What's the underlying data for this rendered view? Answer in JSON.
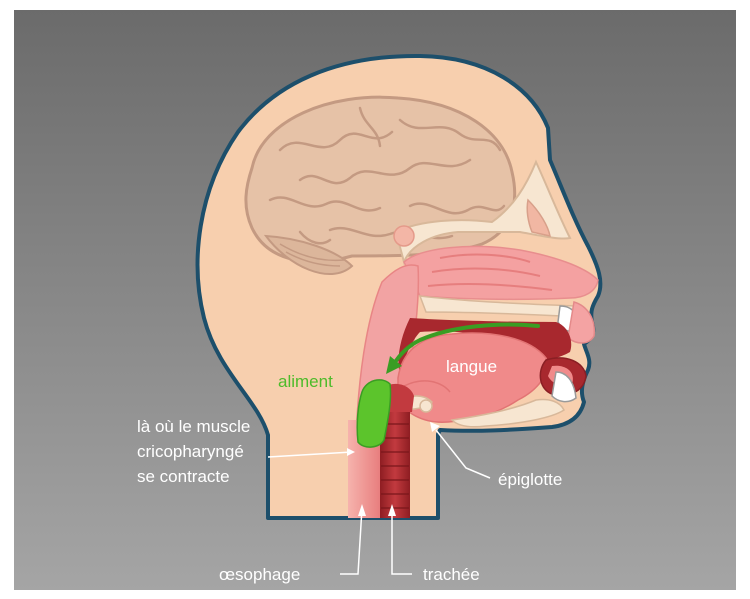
{
  "labels": {
    "food": "aliment",
    "tongue": "langue",
    "muscle_line1": "là où le muscle",
    "muscle_line2": "cricopharyngé",
    "muscle_line3": "se contracte",
    "epiglottis": "épiglotte",
    "esophagus": "œsophage",
    "trachea": "trachée"
  },
  "colors": {
    "background_top": "#6a6a6a",
    "background_bottom": "#a4a4a4",
    "skin": "#f7cfae",
    "outline": "#1d4f6b",
    "brain": "#e6c2a7",
    "brain_outline": "#c49a82",
    "mucosa": "#f4a1a1",
    "tongue": "#f08a8a",
    "dark_red": "#a8282e",
    "bone": "#f7e6d1",
    "food_green": "#5cc42c",
    "arrow_green": "#3a9d23"
  }
}
